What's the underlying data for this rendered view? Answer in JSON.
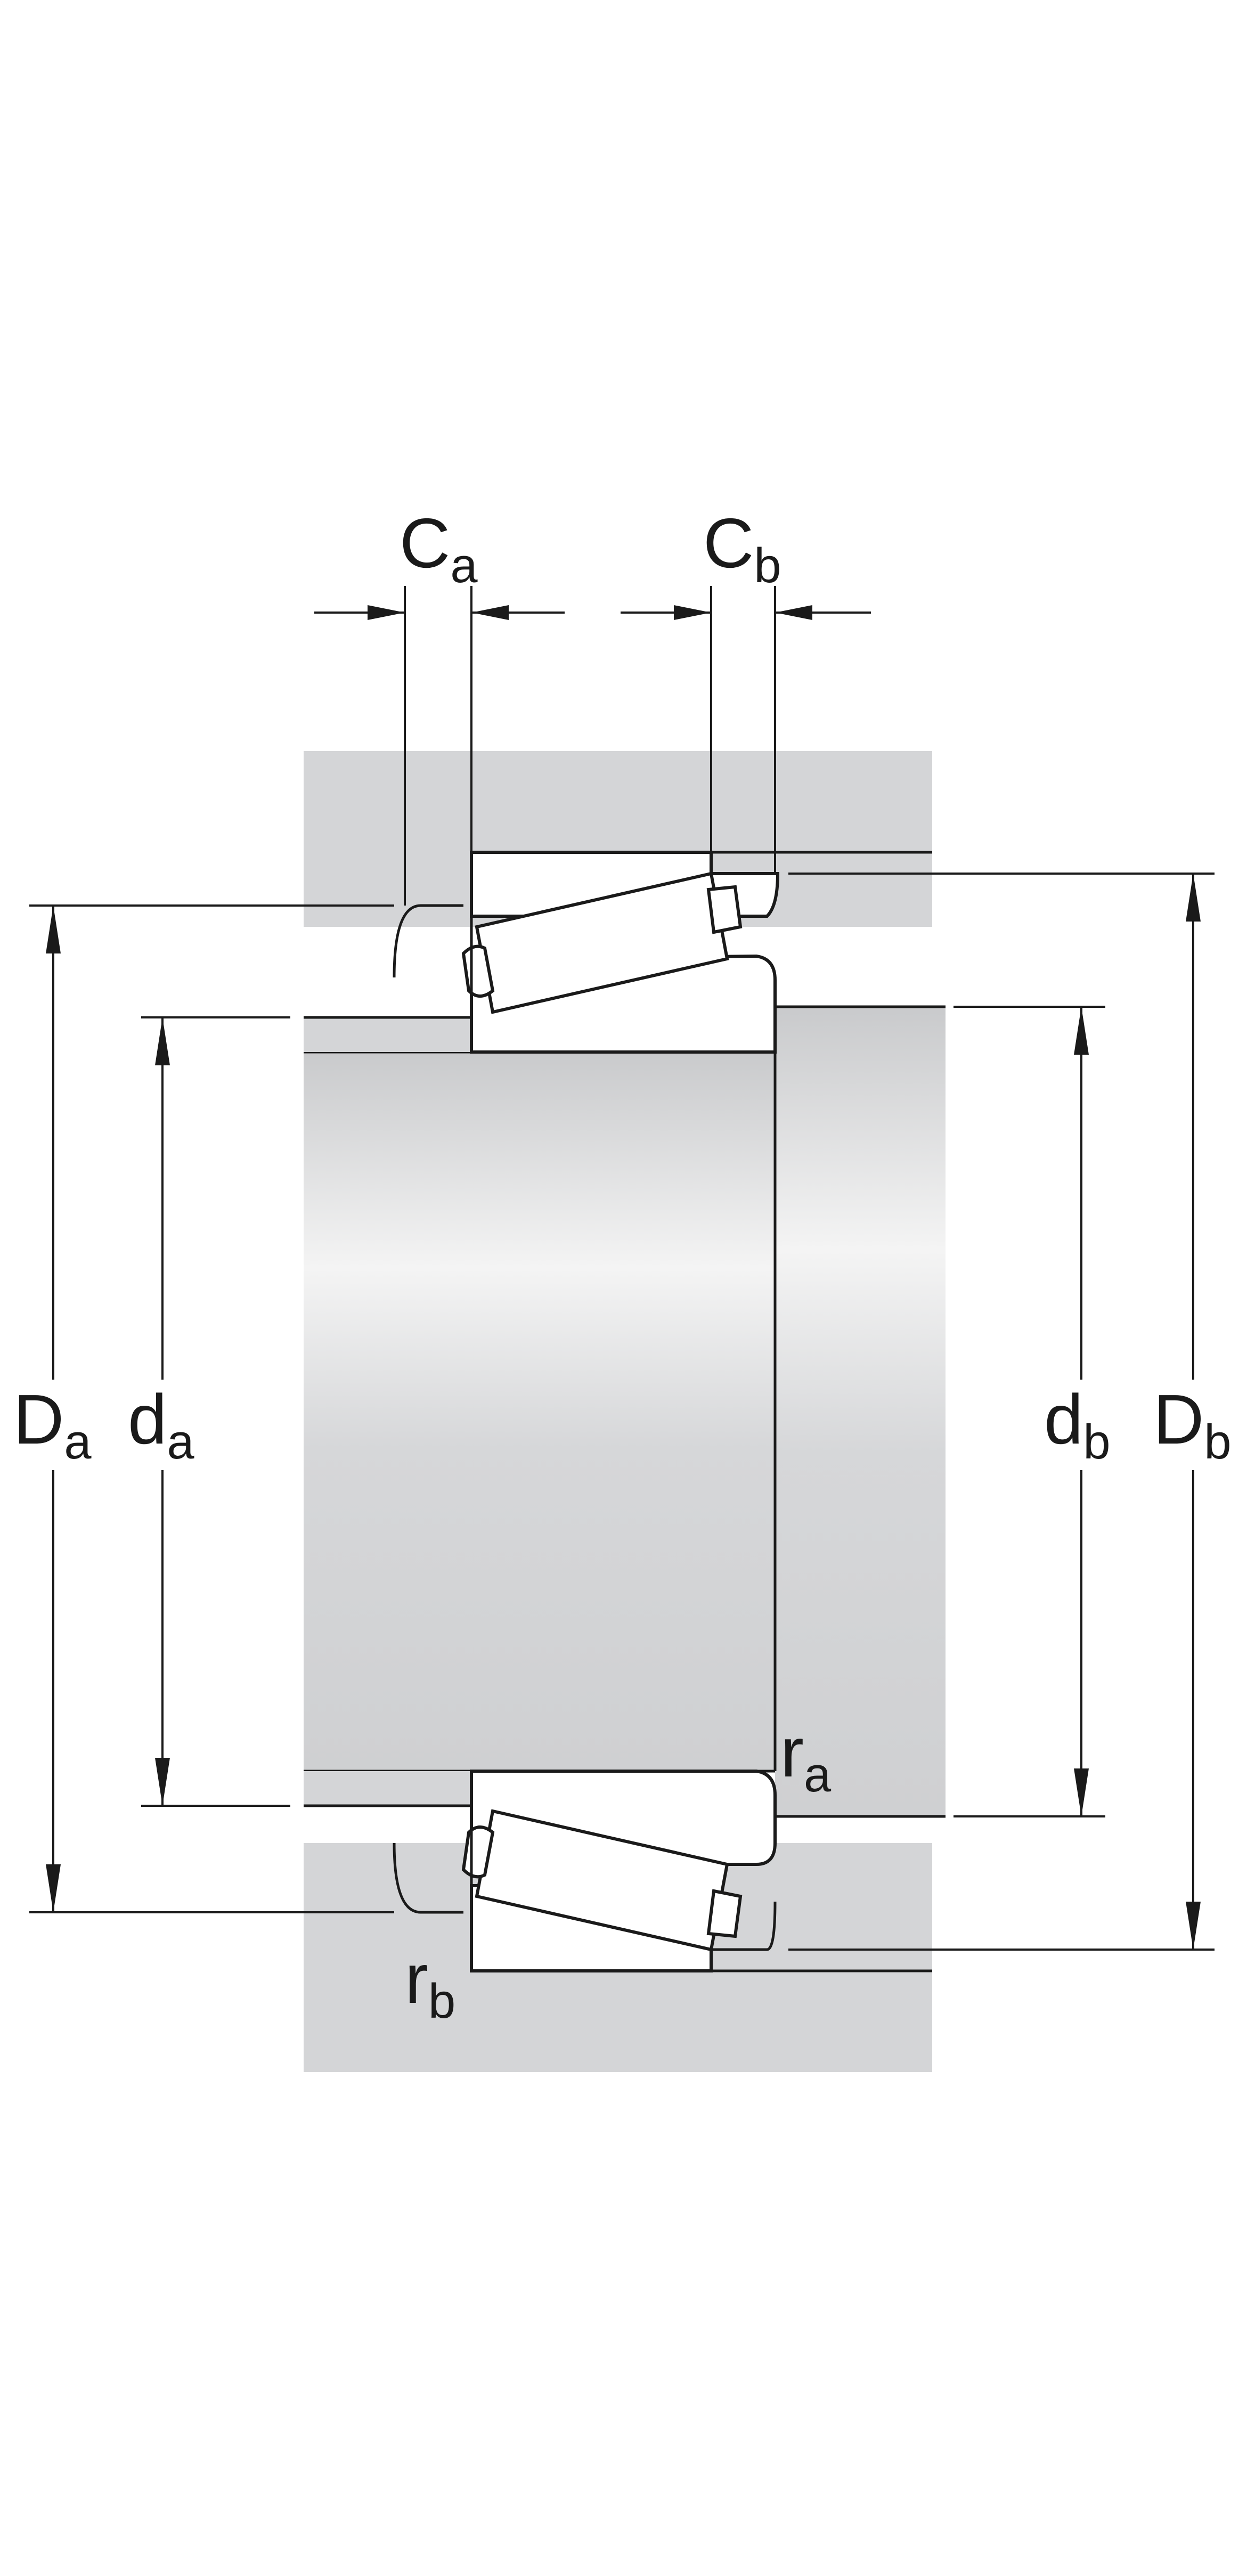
{
  "labels": {
    "Ca": {
      "main": "C",
      "sub": "a"
    },
    "Cb": {
      "main": "C",
      "sub": "b"
    },
    "Da": {
      "main": "D",
      "sub": "a"
    },
    "da": {
      "main": "d",
      "sub": "a"
    },
    "db": {
      "main": "d",
      "sub": "b"
    },
    "Db": {
      "main": "D",
      "sub": "b"
    },
    "ra": {
      "main": "r",
      "sub": "a"
    },
    "rb": {
      "main": "r",
      "sub": "b"
    }
  },
  "colors": {
    "background": "#ffffff",
    "housing_shade": "#d4d5d7",
    "line": "#1a1a1a"
  }
}
